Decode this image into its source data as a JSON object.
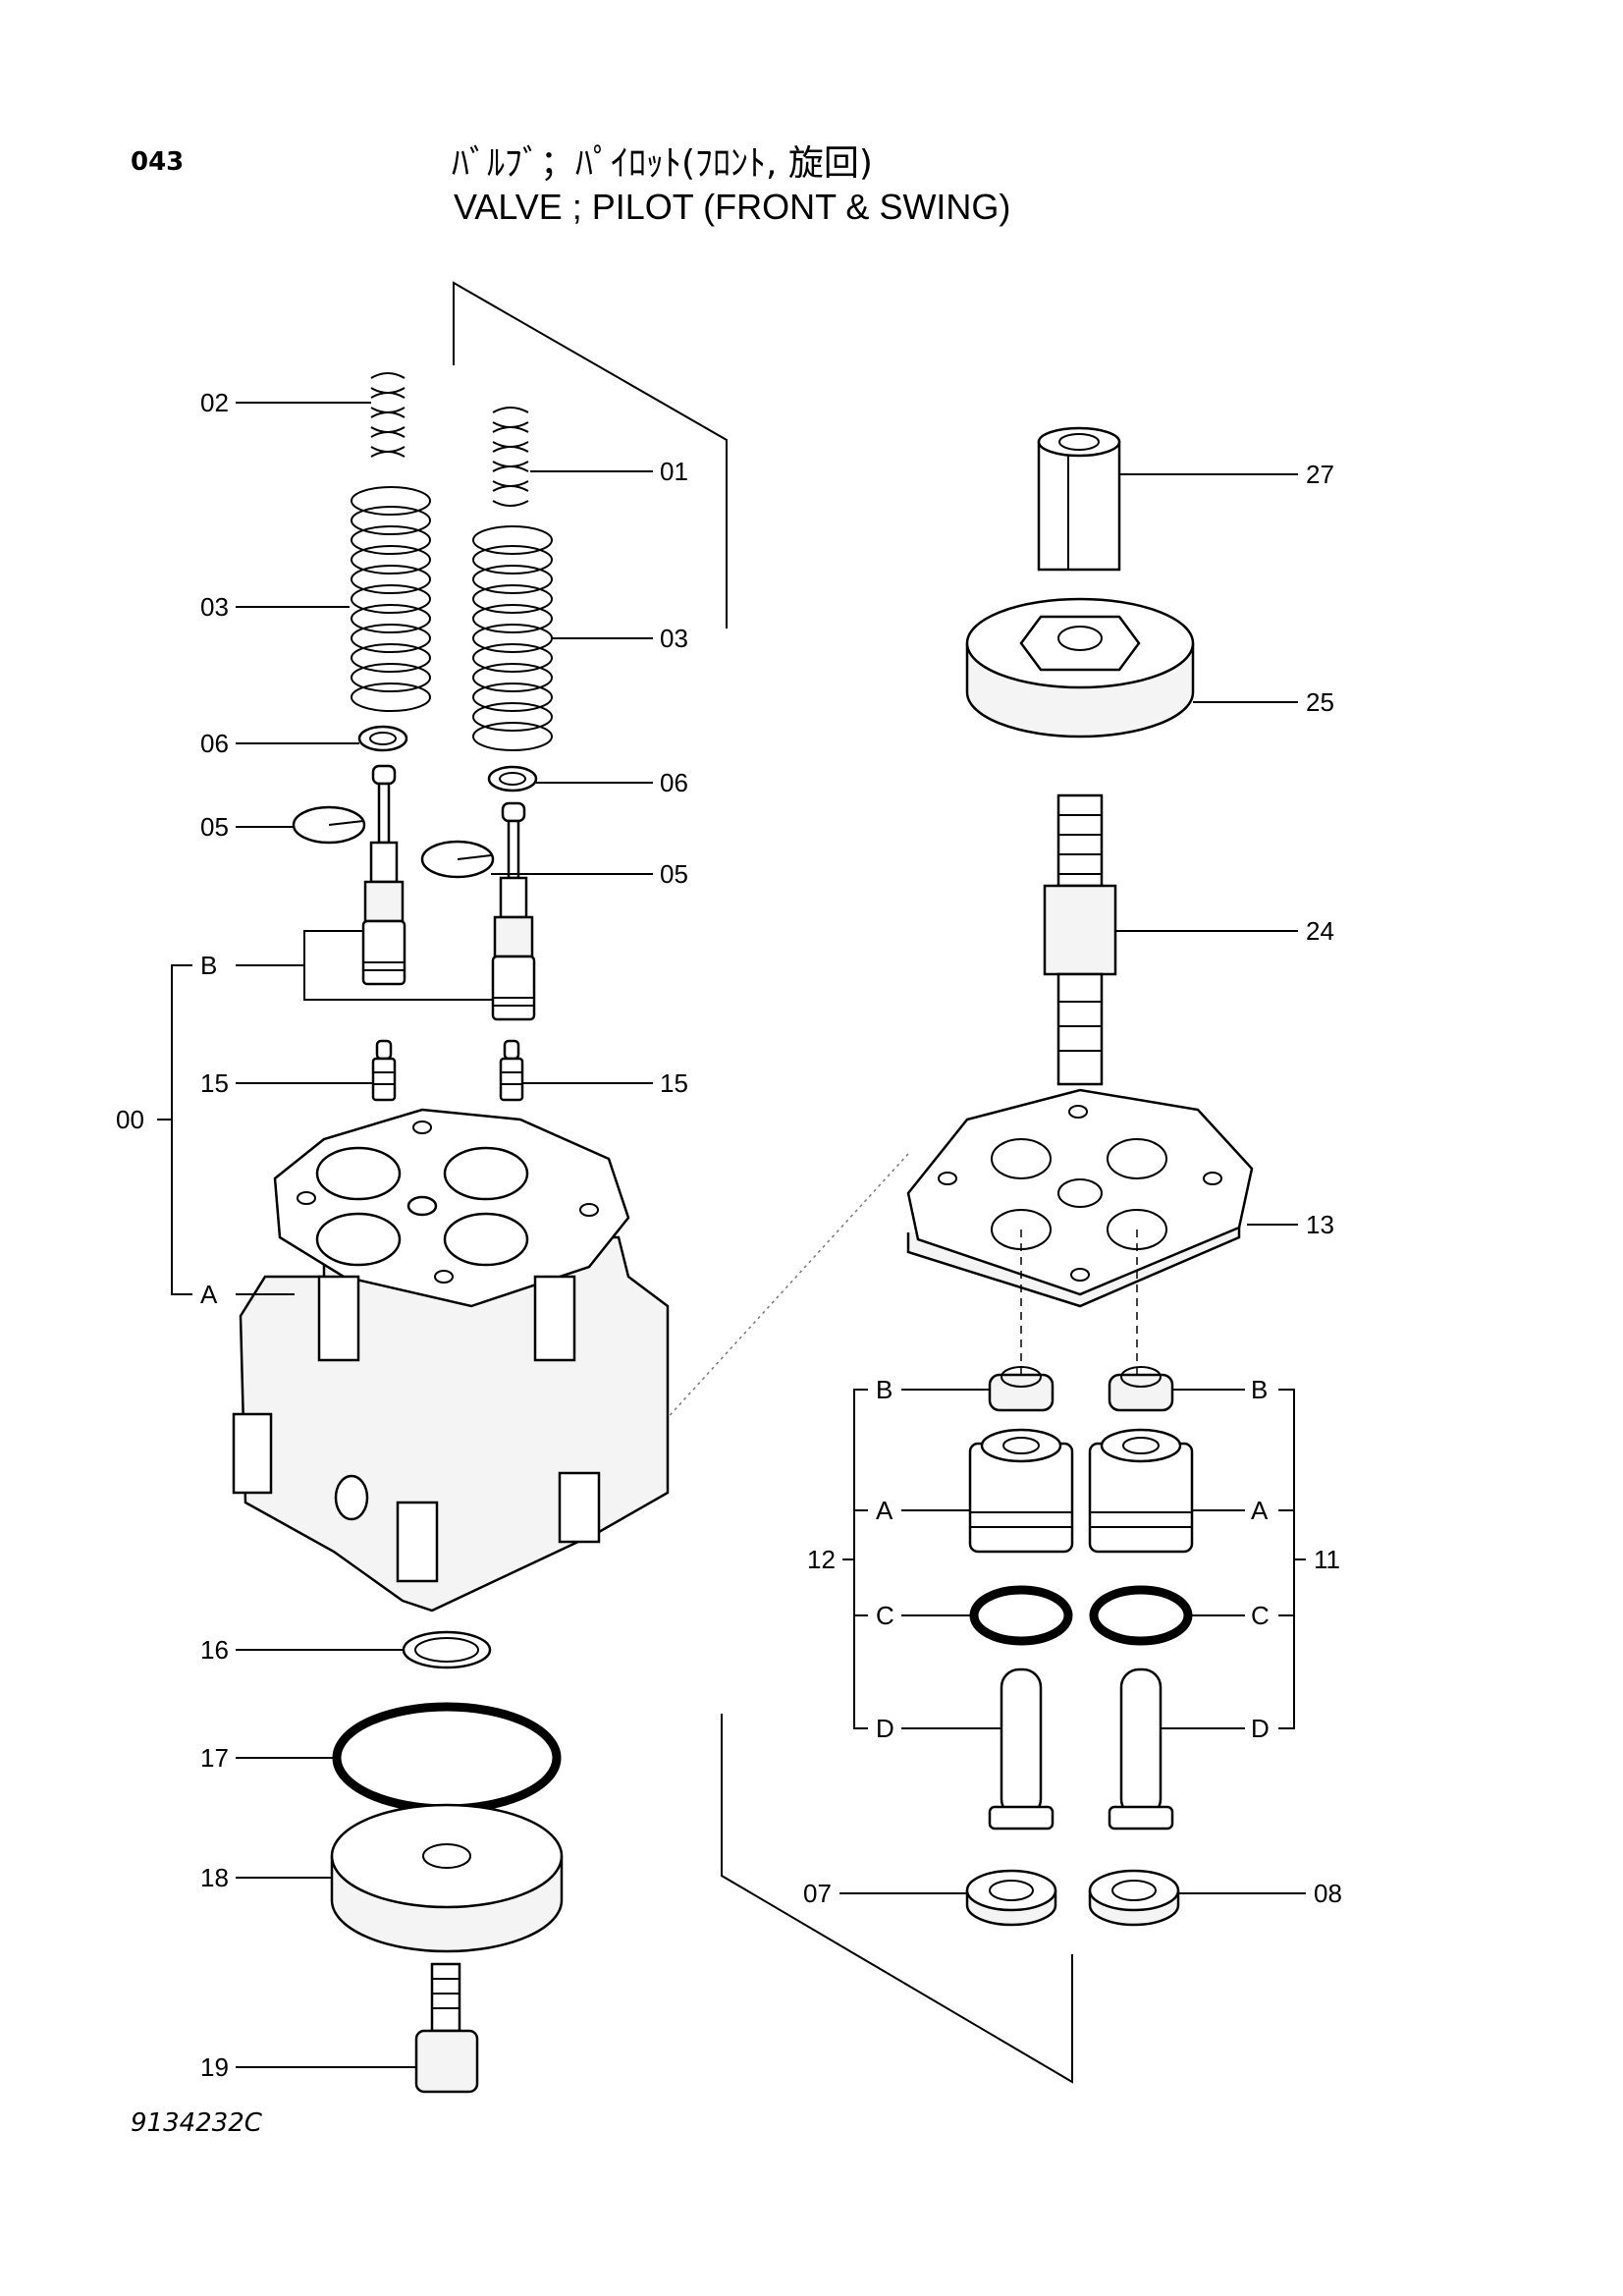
{
  "header": {
    "page_number": "043",
    "title_jp": "ﾊﾞﾙﾌﾞ；ﾊﾟｲﾛｯﾄ(ﾌﾛﾝﾄ, 旋回)",
    "title_en": "VALVE ; PILOT (FRONT & SWING)"
  },
  "footer": {
    "drawing_number": "9134232C"
  },
  "callouts": {
    "c02": "02",
    "c01": "01",
    "c03_left": "03",
    "c03_right": "03",
    "c06_left": "06",
    "c06_right": "06",
    "c05_left": "05",
    "c05_right": "05",
    "cB_left": "B",
    "c15_left": "15",
    "c15_right": "15",
    "c00": "00",
    "cA_left": "A",
    "c16": "16",
    "c17": "17",
    "c18": "18",
    "c19": "19",
    "c27": "27",
    "c25": "25",
    "c24": "24",
    "c13": "13",
    "c12": "12",
    "c11": "11",
    "c12_B": "B",
    "c12_A": "A",
    "c12_C": "C",
    "c12_D": "D",
    "c11_B": "B",
    "c11_A": "A",
    "c11_C": "C",
    "c11_D": "D",
    "c07": "07",
    "c08": "08"
  }
}
